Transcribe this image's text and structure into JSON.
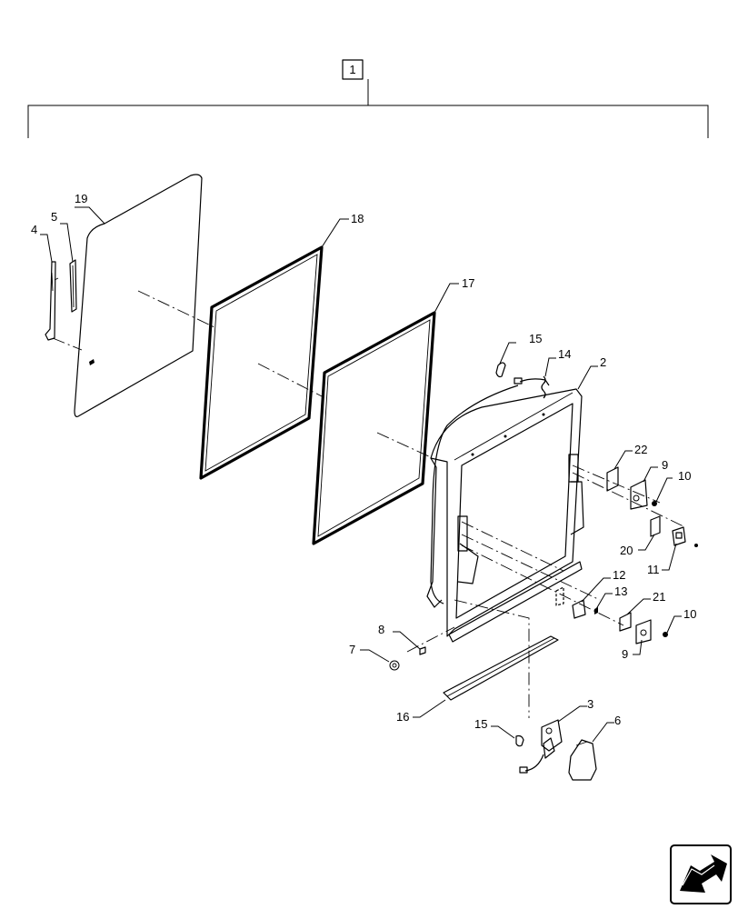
{
  "assembly_label": "1",
  "callouts": {
    "c2": "2",
    "c3": "3",
    "c4": "4",
    "c5": "5",
    "c6": "6",
    "c7": "7",
    "c8": "8",
    "c9a": "9",
    "c9b": "9",
    "c10a": "10",
    "c10b": "10",
    "c11": "11",
    "c12": "12",
    "c13": "13",
    "c14": "14",
    "c15a": "15",
    "c15b": "15",
    "c16": "16",
    "c17": "17",
    "c18": "18",
    "c19": "19",
    "c20": "20",
    "c21": "21",
    "c22": "22"
  },
  "nav_icon": "next-page-arrow-icon"
}
